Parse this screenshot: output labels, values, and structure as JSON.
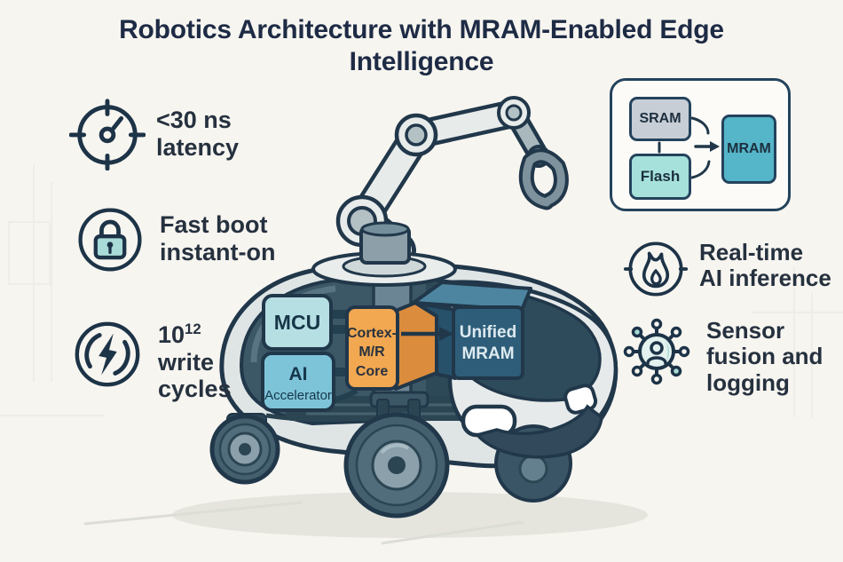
{
  "title": {
    "line1": "Robotics Architecture with MRAM-Enabled Edge",
    "line2": "Intelligence"
  },
  "features_left": [
    {
      "name": "latency",
      "icon": "stopwatch-icon",
      "line1": "<30 ns",
      "line2": "latency"
    },
    {
      "name": "fast-boot",
      "icon": "padlock-icon",
      "line1": "Fast boot",
      "line2": "instant-on"
    },
    {
      "name": "endurance",
      "icon": "write-cycles-icon",
      "base": "10",
      "exponent": "12",
      "line2": "write",
      "line3": "cycles"
    }
  ],
  "features_right": [
    {
      "name": "ai-inference",
      "icon": "flame-icon",
      "line1": "Real-time",
      "line2": "AI inference"
    },
    {
      "name": "sensor-fusion",
      "icon": "sensor-hub-icon",
      "line1": "Sensor",
      "line2": "fusion and",
      "line3": "logging"
    }
  ],
  "memory_diagram": {
    "sram_label": "SRAM",
    "flash_label": "Flash",
    "mram_label": "MRAM"
  },
  "robot_chips": {
    "mcu": "MCU",
    "ai_line1": "AI",
    "ai_line2": "Accelerator",
    "cortex_line1": "Cortex-",
    "cortex_line2": "M/R",
    "cortex_line3": "Core",
    "mram_line1": "Unified",
    "mram_line2": "MRAM"
  },
  "colors": {
    "background": "#f7f5f0",
    "ink_outline": "#21374a",
    "title_text": "#1e2b45",
    "sram_fill": "#c8ced6",
    "flash_fill": "#a6e1db",
    "mram_fill": "#55b5c9",
    "mcu_fill": "#b6dfe4",
    "ai_accelerator_fill": "#7ec4d9",
    "cortex_fill": "#f2a851",
    "unified_mram_front": "#2e5d79",
    "unified_mram_top": "#4d85a0",
    "robot_interior": "#3c5766",
    "robot_shell": "#dfe5e5",
    "lock_body_teal": "#a9dbd8"
  }
}
